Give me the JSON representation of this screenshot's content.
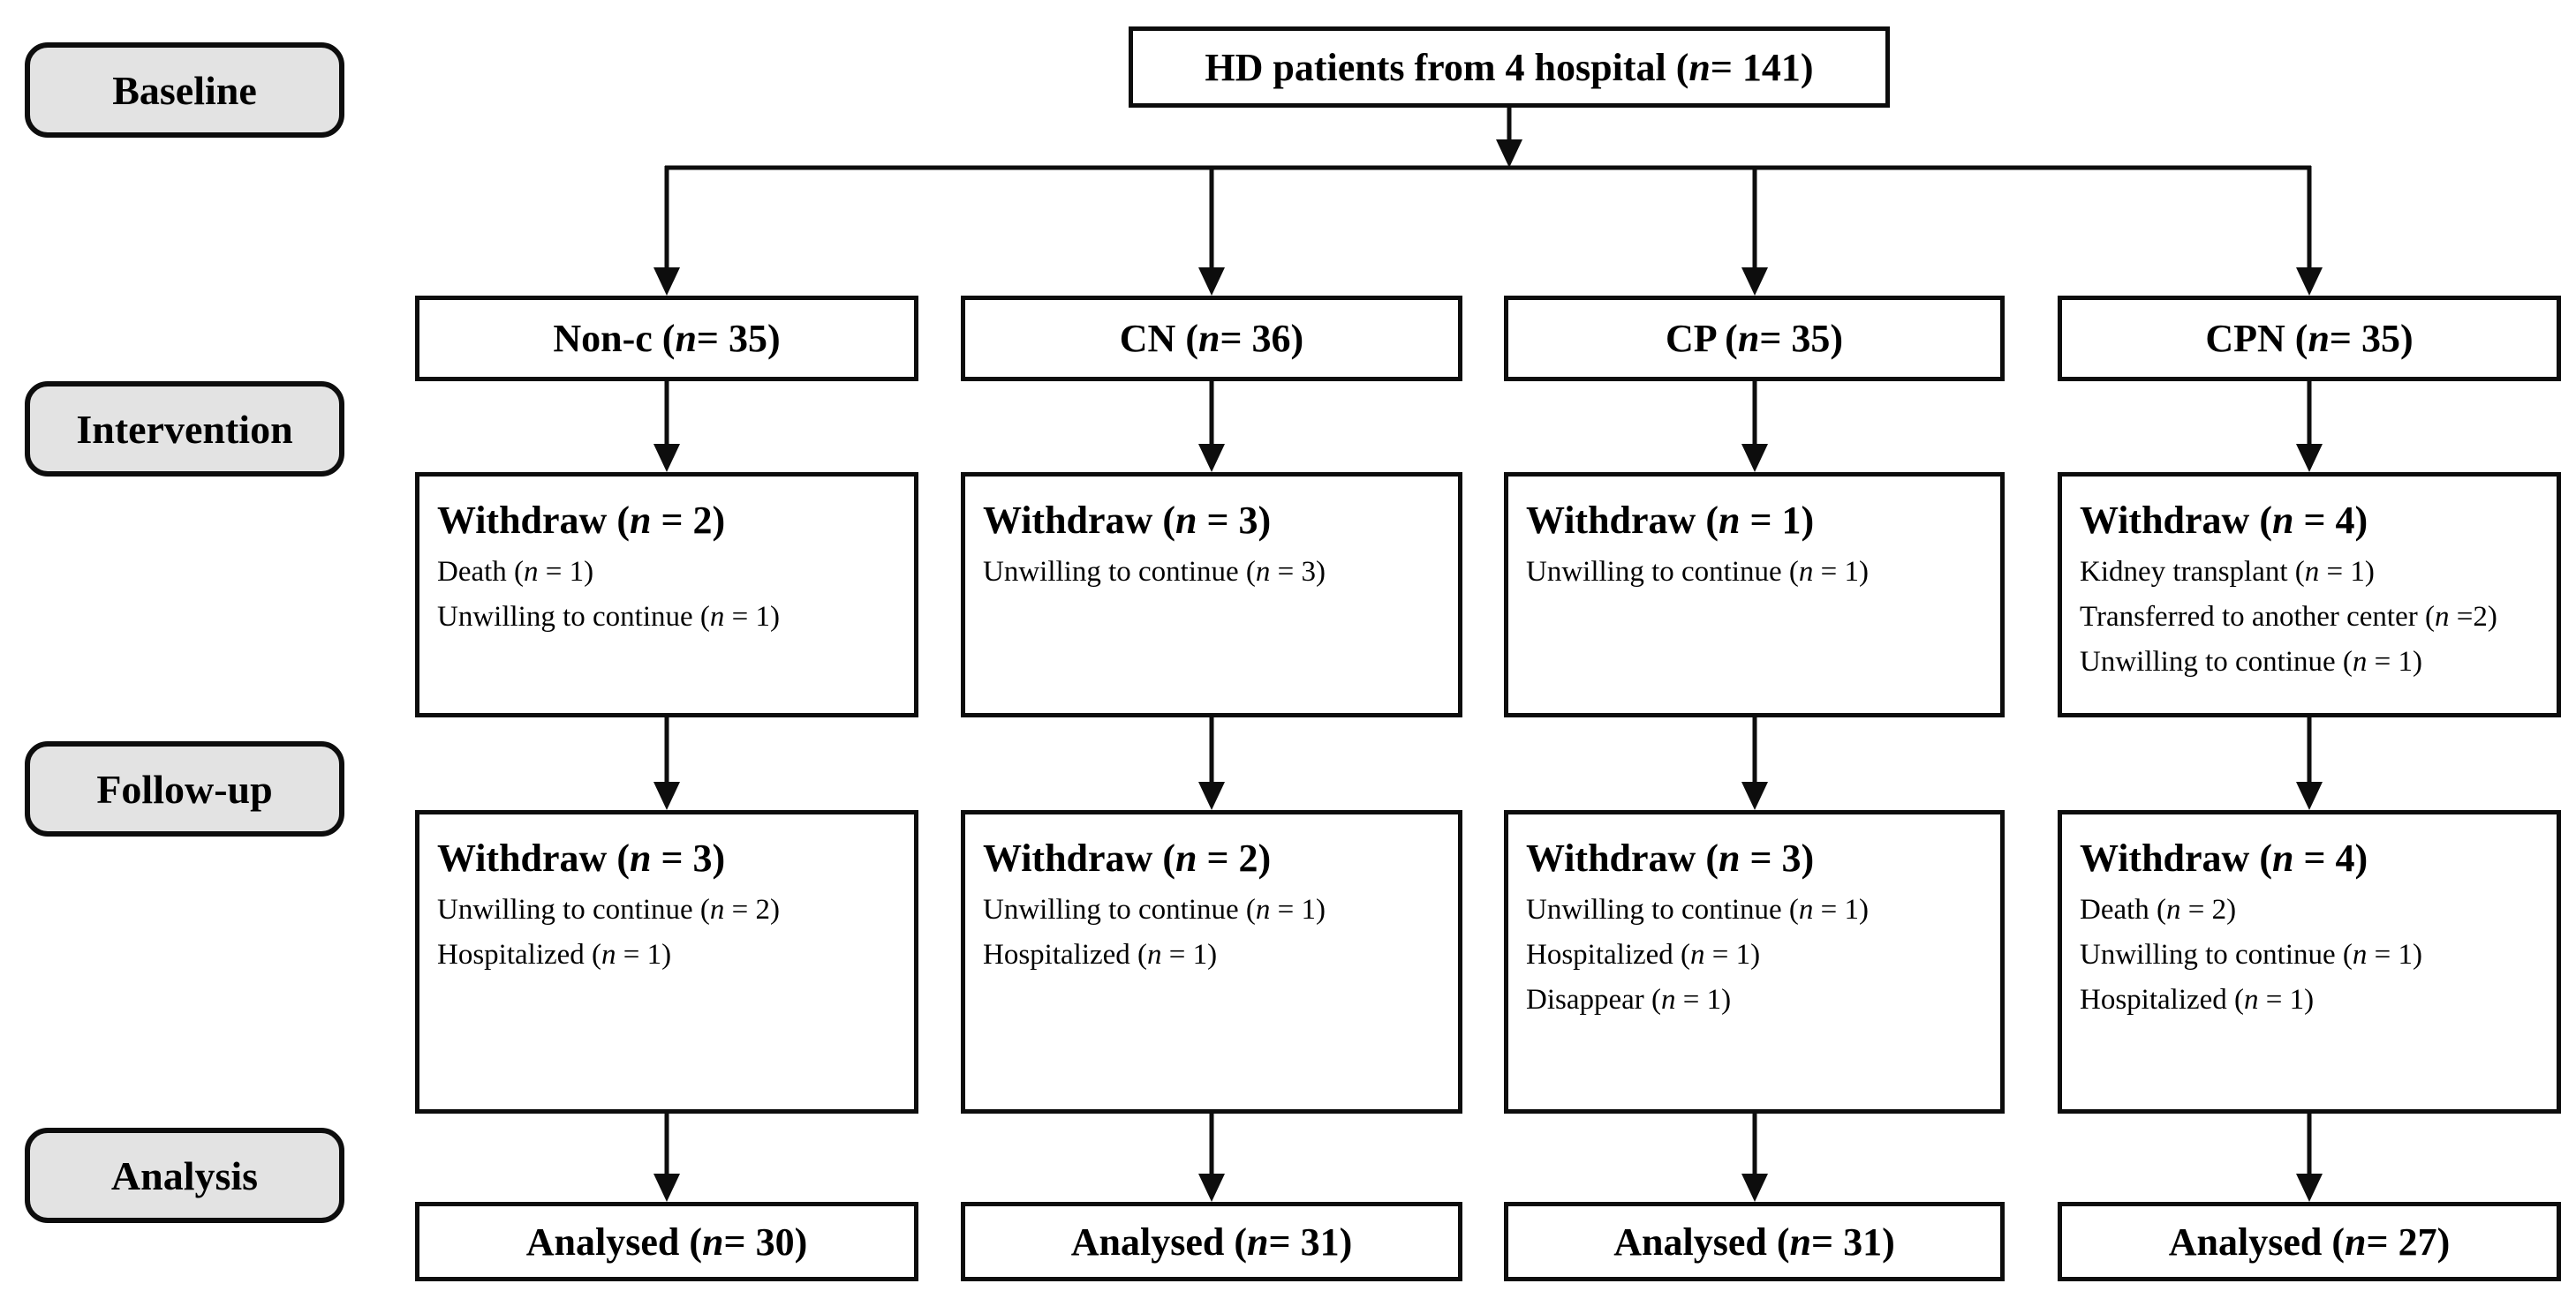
{
  "stages": [
    "Baseline",
    "Intervention",
    "Follow-up",
    "Analysis"
  ],
  "enrollment": "HD patients from 4 hospital (n = 141)",
  "columns": [
    {
      "group": "Non-c (n = 35)",
      "intervention_withdraw": {
        "title": "Withdraw (n = 2)",
        "reasons": [
          "Death (n = 1)",
          "Unwilling to continue (n = 1)"
        ]
      },
      "followup_withdraw": {
        "title": "Withdraw (n = 3)",
        "reasons": [
          "Unwilling to continue (n = 2)",
          "Hospitalized (n = 1)"
        ]
      },
      "analysed": "Analysed (n = 30)"
    },
    {
      "group": "CN (n = 36)",
      "intervention_withdraw": {
        "title": "Withdraw (n = 3)",
        "reasons": [
          "Unwilling to continue (n = 3)"
        ]
      },
      "followup_withdraw": {
        "title": "Withdraw (n = 2)",
        "reasons": [
          "Unwilling to continue (n = 1)",
          "Hospitalized (n = 1)"
        ]
      },
      "analysed": "Analysed (n = 31)"
    },
    {
      "group": "CP (n = 35)",
      "intervention_withdraw": {
        "title": "Withdraw (n = 1)",
        "reasons": [
          "Unwilling to continue (n = 1)"
        ]
      },
      "followup_withdraw": {
        "title": "Withdraw (n = 3)",
        "reasons": [
          "Unwilling to continue (n = 1)",
          "Hospitalized (n = 1)",
          "Disappear (n = 1)"
        ]
      },
      "analysed": "Analysed (n = 31)"
    },
    {
      "group": "CPN (n = 35)",
      "intervention_withdraw": {
        "title": "Withdraw (n = 4)",
        "reasons": [
          "Kidney transplant (n = 1)",
          "Transferred to another center (n =2)",
          "Unwilling to continue (n = 1)"
        ]
      },
      "followup_withdraw": {
        "title": "Withdraw (n = 4)",
        "reasons": [
          "Death (n = 2)",
          "Unwilling to continue (n = 1)",
          "Hospitalized (n = 1)"
        ]
      },
      "analysed": "Analysed (n = 27)"
    }
  ],
  "colors": {
    "background": "#ffffff",
    "box_border": "#0d0d0d",
    "stage_pill_fill": "#e3e3e3",
    "text": "#000000"
  }
}
